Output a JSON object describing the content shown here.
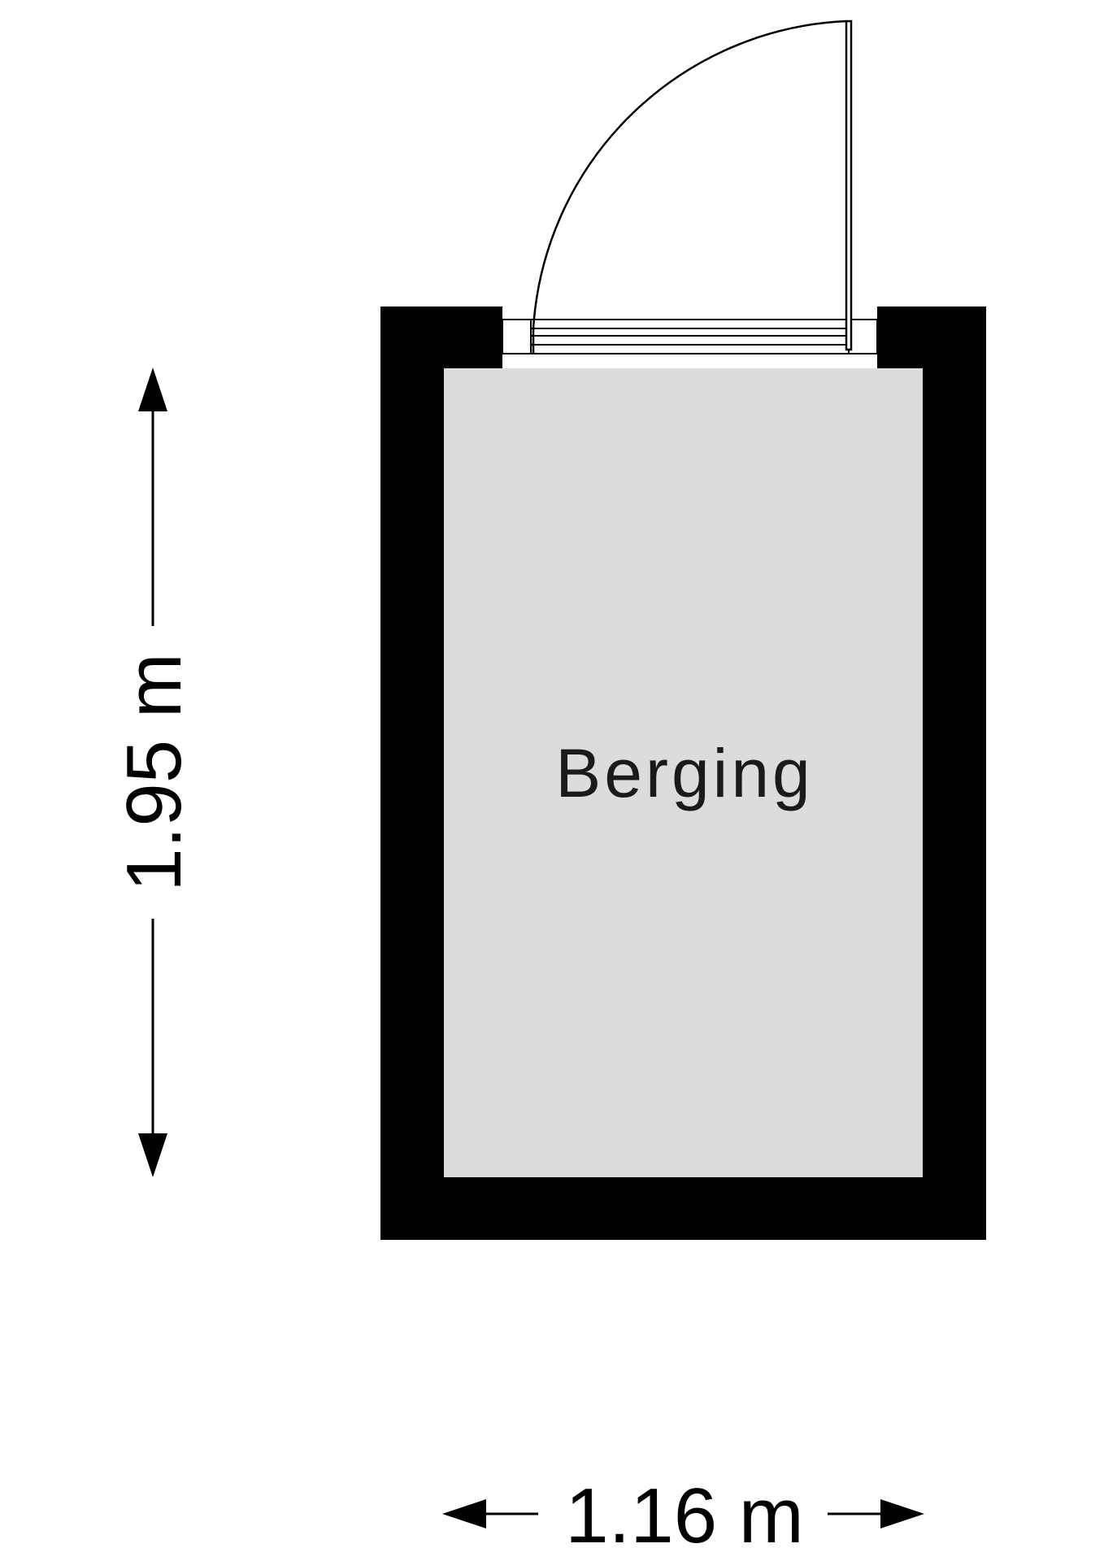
{
  "plan": {
    "room": {
      "name": "Berging",
      "fill_color": "#dcdcdc"
    },
    "wall_color": "#000000",
    "dimensions": {
      "height_label": "1.95 m",
      "width_label": "1.16 m"
    },
    "door": {
      "type": "swing-door",
      "opening": "outward"
    },
    "arrow_icon": "double-arrow"
  }
}
